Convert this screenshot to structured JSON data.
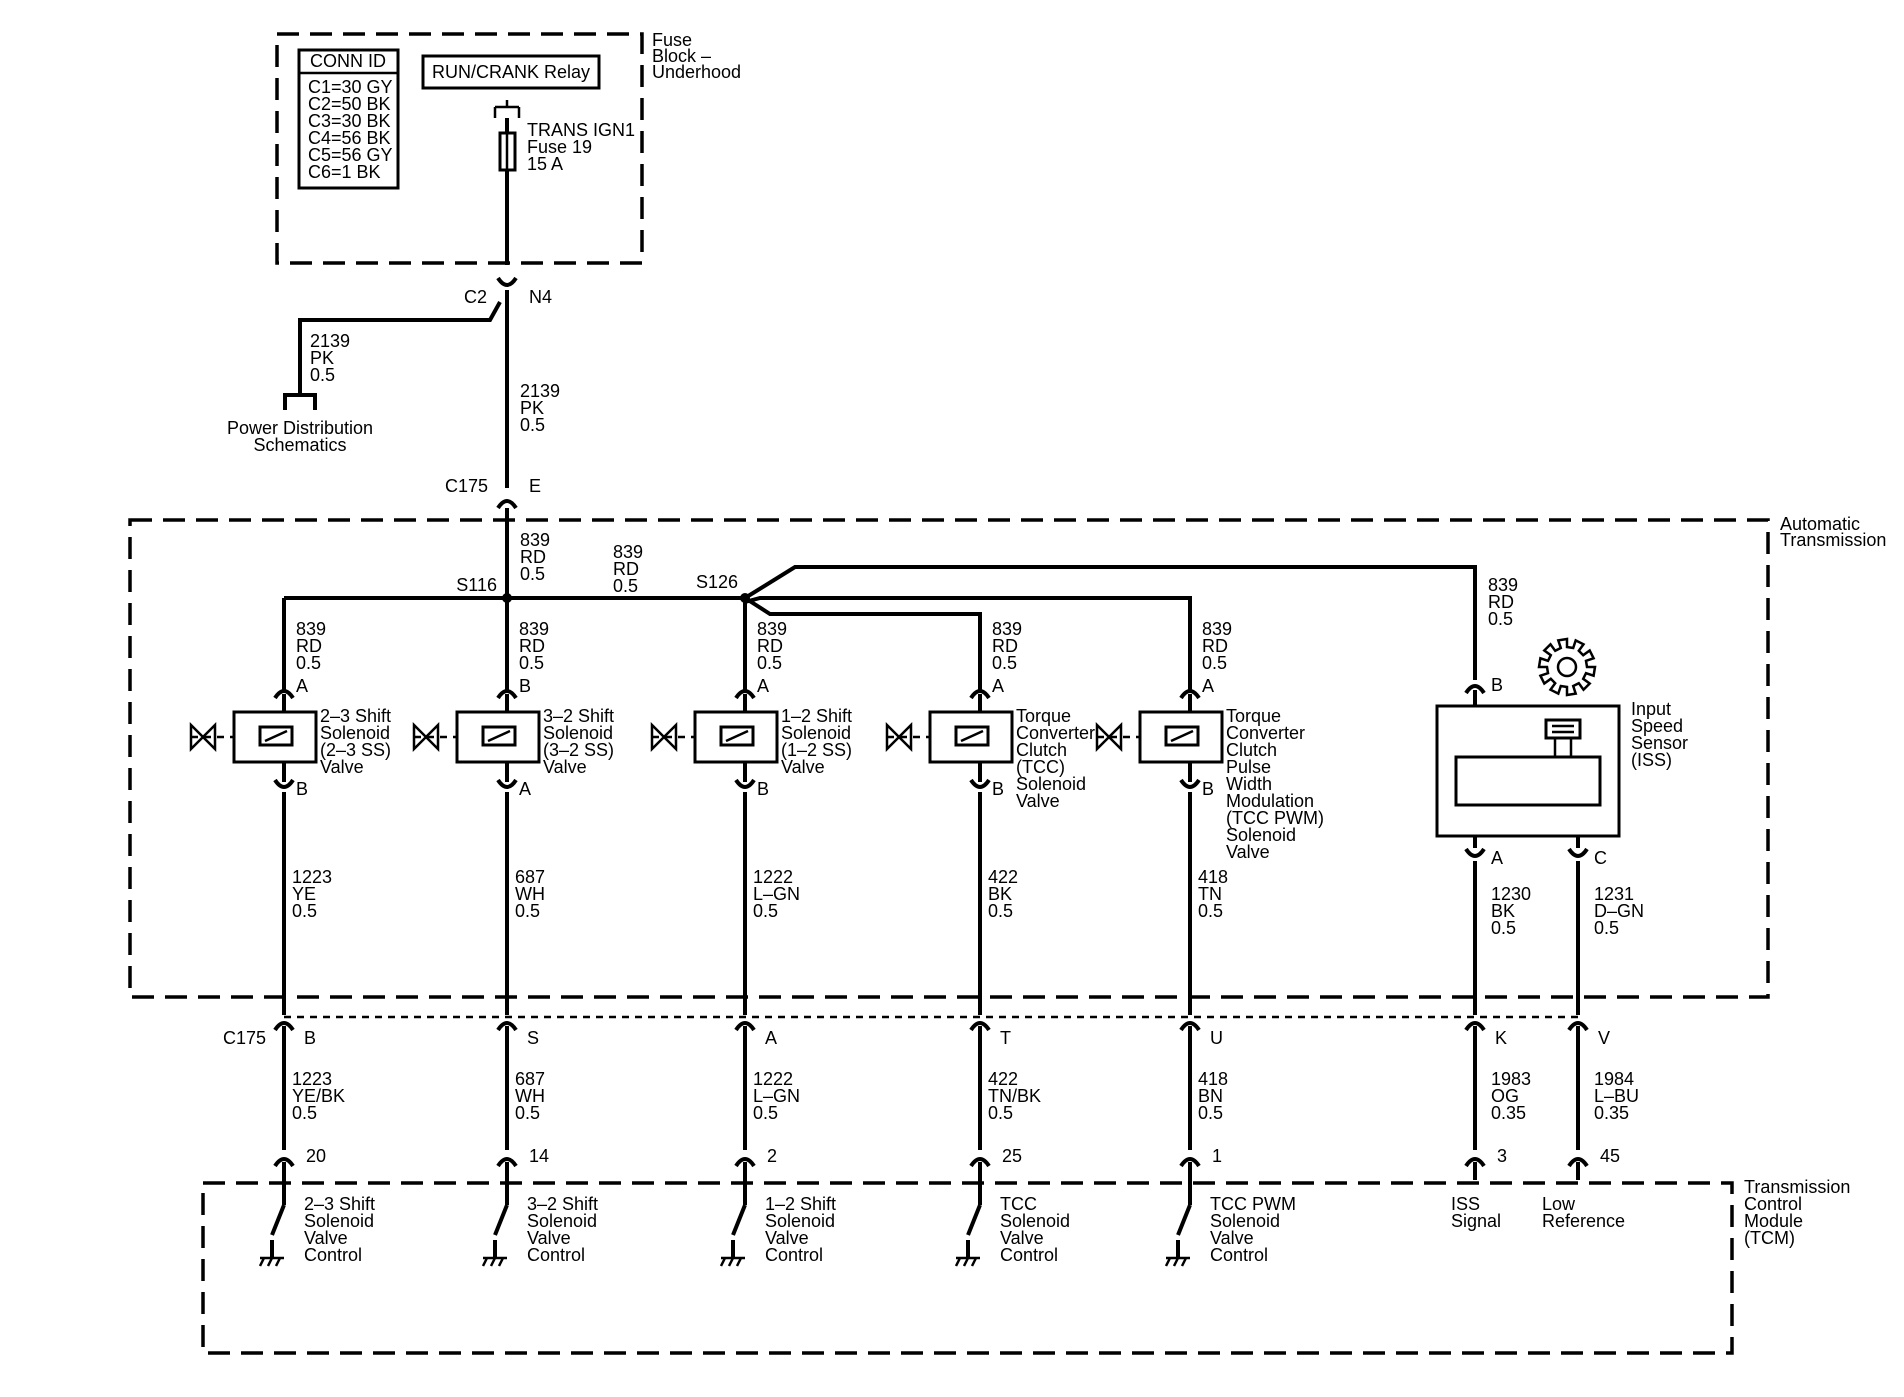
{
  "fuse_block": {
    "label": [
      "Fuse",
      "Block –",
      "Underhood"
    ],
    "conn_id_title": "CONN ID",
    "conn_ids": [
      "C1=30 GY",
      "C2=50 BK",
      "C3=30 BK",
      "C4=56 BK",
      "C5=56 GY",
      "C6=1 BK"
    ],
    "relay": "RUN/CRANK Relay",
    "fuse": [
      "TRANS IGN1",
      "Fuse 19",
      "15 A"
    ]
  },
  "connectors": {
    "c2": "C2",
    "n4": "N4",
    "c175_top": "C175",
    "e": "E",
    "c175_bottom": "C175"
  },
  "power_branch": {
    "wire": [
      "2139",
      "PK",
      "0.5"
    ],
    "label": [
      "Power Distribution",
      "Schematics"
    ]
  },
  "main_feed_wire": [
    "2139",
    "PK",
    "0.5"
  ],
  "automatic_transmission": {
    "label": [
      "Automatic",
      "Transmission"
    ],
    "feed_wire": [
      "839",
      "RD",
      "0.5"
    ],
    "s116": "S116",
    "s126": "S126",
    "splice_wire": [
      "839",
      "RD",
      "0.5"
    ],
    "iss_feed_wire": [
      "839",
      "RD",
      "0.5"
    ]
  },
  "solenoids": [
    {
      "name": [
        "2–3 Shift",
        "Solenoid",
        "(2–3 SS)",
        "Valve"
      ],
      "top_wire": [
        "839",
        "RD",
        "0.5"
      ],
      "pin_top": "A",
      "pin_bottom": "B",
      "bottom_wire": [
        "1223",
        "YE",
        "0.5"
      ],
      "c175_pin": "B",
      "tcm_wire": [
        "1223",
        "YE/BK",
        "0.5"
      ],
      "tcm_pin": "20",
      "tcm_label": [
        "2–3 Shift",
        "Solenoid",
        "Valve",
        "Control"
      ]
    },
    {
      "name": [
        "3–2 Shift",
        "Solenoid",
        "(3–2 SS)",
        "Valve"
      ],
      "top_wire": [
        "839",
        "RD",
        "0.5"
      ],
      "pin_top": "B",
      "pin_bottom": "A",
      "bottom_wire": [
        "687",
        "WH",
        "0.5"
      ],
      "c175_pin": "S",
      "tcm_wire": [
        "687",
        "WH",
        "0.5"
      ],
      "tcm_pin": "14",
      "tcm_label": [
        "3–2 Shift",
        "Solenoid",
        "Valve",
        "Control"
      ]
    },
    {
      "name": [
        "1–2 Shift",
        "Solenoid",
        "(1–2 SS)",
        "Valve"
      ],
      "top_wire": [
        "839",
        "RD",
        "0.5"
      ],
      "pin_top": "A",
      "pin_bottom": "B",
      "bottom_wire": [
        "1222",
        "L–GN",
        "0.5"
      ],
      "c175_pin": "A",
      "tcm_wire": [
        "1222",
        "L–GN",
        "0.5"
      ],
      "tcm_pin": "2",
      "tcm_label": [
        "1–2 Shift",
        "Solenoid",
        "Valve",
        "Control"
      ]
    },
    {
      "name": [
        "Torque",
        "Converter",
        "Clutch",
        "(TCC)",
        "Solenoid",
        "Valve"
      ],
      "top_wire": [
        "839",
        "RD",
        "0.5"
      ],
      "pin_top": "A",
      "pin_bottom": "B",
      "bottom_wire": [
        "422",
        "BK",
        "0.5"
      ],
      "c175_pin": "T",
      "tcm_wire": [
        "422",
        "TN/BK",
        "0.5"
      ],
      "tcm_pin": "25",
      "tcm_label": [
        "TCC",
        "Solenoid",
        "Valve",
        "Control"
      ]
    },
    {
      "name": [
        "Torque",
        "Converter",
        "Clutch",
        "Pulse",
        "Width",
        "Modulation",
        "(TCC PWM)",
        "Solenoid",
        "Valve"
      ],
      "top_wire": [
        "839",
        "RD",
        "0.5"
      ],
      "pin_top": "A",
      "pin_bottom": "B",
      "bottom_wire": [
        "418",
        "TN",
        "0.5"
      ],
      "c175_pin": "U",
      "tcm_wire": [
        "418",
        "BN",
        "0.5"
      ],
      "tcm_pin": "1",
      "tcm_label": [
        "TCC PWM",
        "Solenoid",
        "Valve",
        "Control"
      ]
    }
  ],
  "iss": {
    "name": [
      "Input",
      "Speed",
      "Sensor",
      "(ISS)"
    ],
    "pin_top": "B",
    "pin_a": "A",
    "pin_c": "C",
    "wire_a": [
      "1230",
      "BK",
      "0.5"
    ],
    "wire_c": [
      "1231",
      "D–GN",
      "0.5"
    ],
    "c175_a": "K",
    "c175_c": "V",
    "tcm_wire_a": [
      "1983",
      "OG",
      "0.35"
    ],
    "tcm_wire_c": [
      "1984",
      "L–BU",
      "0.35"
    ],
    "tcm_pin_a": "3",
    "tcm_pin_c": "45",
    "tcm_label_a": [
      "ISS",
      "Signal"
    ],
    "tcm_label_c": [
      "Low",
      "Reference"
    ]
  },
  "tcm": {
    "label": [
      "Transmission",
      "Control",
      "Module",
      "(TCM)"
    ]
  }
}
